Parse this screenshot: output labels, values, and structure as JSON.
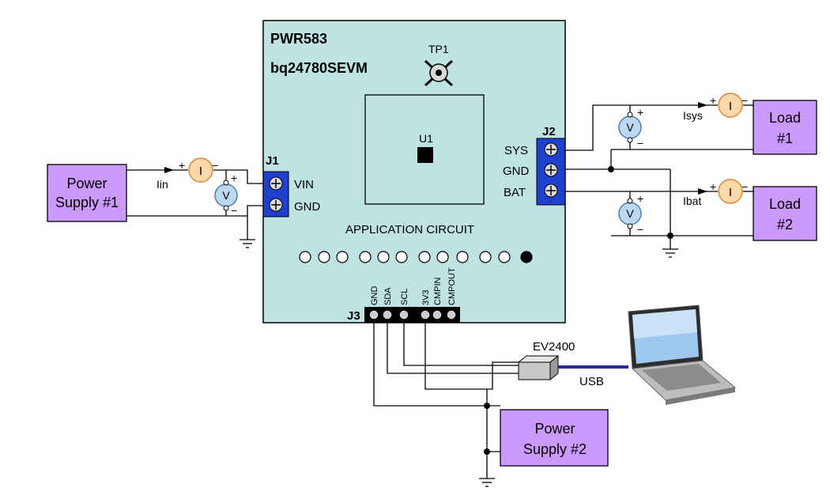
{
  "board": {
    "title_line1": "PWR583",
    "title_line2": "bq24780SEVM",
    "app_circuit": "APPLICATION CIRCUIT",
    "color": "#bfe3e3"
  },
  "tp1": "TP1",
  "u1": "U1",
  "power_supply_1": {
    "line1": "Power",
    "line2": "Supply #1"
  },
  "power_supply_2": {
    "line1": "Power",
    "line2": "Supply #2"
  },
  "load_1": {
    "line1": "Load",
    "line2": "#1"
  },
  "load_2": {
    "line1": "Load",
    "line2": "#2"
  },
  "j1": {
    "name": "J1",
    "pins": [
      "VIN",
      "GND"
    ]
  },
  "j2": {
    "name": "J2",
    "pins": [
      "SYS",
      "GND",
      "BAT"
    ]
  },
  "j3": {
    "name": "J3",
    "pins": [
      "GND",
      "SDA",
      "SCL",
      "3V3",
      "CMPIN",
      "CMPOUT"
    ]
  },
  "meters": {
    "voltmeter": "V",
    "ammeter": "I",
    "plus": "+",
    "minus": "−"
  },
  "currents": {
    "iin": "Iin",
    "isys": "Isys",
    "ibat": "Ibat"
  },
  "ev2400": "EV2400",
  "usb": "USB",
  "colors": {
    "box_fill": "#cc99ff",
    "connector": "#1f3fcf",
    "ammeter": "#ffd7a8",
    "voltmeter": "#bcd7f0",
    "usb_cable": "#2a2aa0"
  }
}
